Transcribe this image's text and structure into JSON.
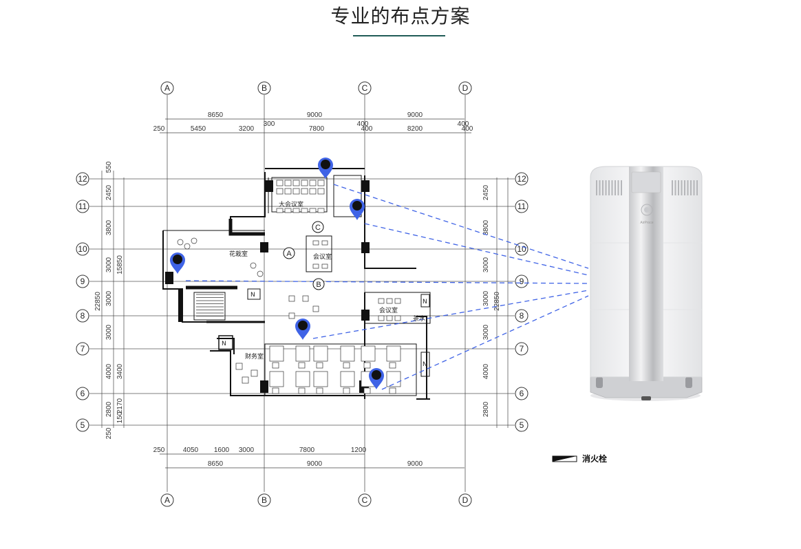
{
  "page": {
    "title": "专业的布点方案",
    "accent_color": "#1f5b56"
  },
  "axes": {
    "columns": [
      "A",
      "B",
      "C",
      "D"
    ],
    "rows": [
      "12",
      "11",
      "10",
      "9",
      "8",
      "7",
      "6",
      "5"
    ]
  },
  "dimensions": {
    "top_total": [
      "8650",
      "9000",
      "9000"
    ],
    "top_detail": [
      "250",
      "5450",
      "3200",
      "300",
      "7800",
      "400",
      "400",
      "8200",
      "400",
      "400"
    ],
    "bottom_detail": [
      "250",
      "4050",
      "1600",
      "3000",
      "7800",
      "1200"
    ],
    "bottom_total": [
      "8650",
      "9000",
      "9000"
    ],
    "left_outer": [
      "550",
      "2450",
      "3800",
      "3000",
      "3000",
      "3000",
      "4000",
      "2800",
      "250"
    ],
    "left_inner": [
      "15850",
      "3400",
      "2170",
      "150"
    ],
    "left_total": "22850",
    "right_outer": [
      "2450",
      "3800",
      "3000",
      "3000",
      "3000",
      "4000",
      "2800"
    ],
    "right_total": "22850"
  },
  "rooms": {
    "big_meeting": "大会议室",
    "reception": "花栽室",
    "meeting_center": "会议室",
    "meeting_right": "会议室",
    "tea": "茶水",
    "finance": "财务室",
    "shaft": "N"
  },
  "markers": [
    "A",
    "B",
    "C"
  ],
  "legend": {
    "label": "消火栓"
  },
  "device": {
    "brand": "AirProce",
    "color": "#e9eaec"
  },
  "pin_color": "#3f63e6",
  "line_color": "#3f63e6"
}
